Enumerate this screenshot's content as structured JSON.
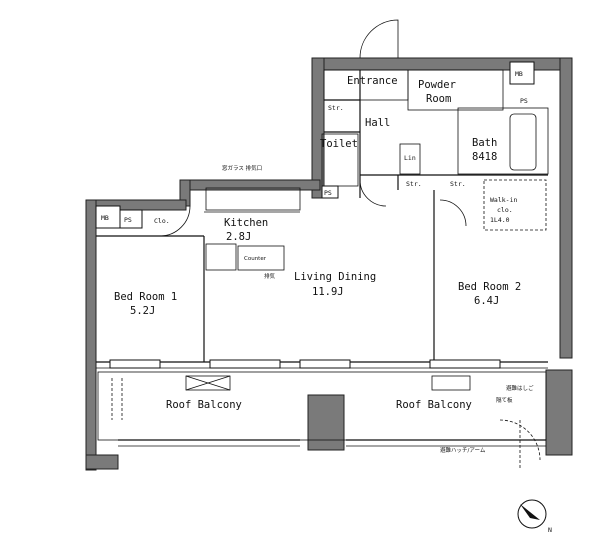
{
  "rooms": {
    "entrance": "Entrance",
    "powder_room_1": "Powder",
    "powder_room_2": "Room",
    "hall": "Hall",
    "toilet": "Toilet",
    "bath_1": "Bath",
    "bath_2": "8418",
    "kitchen_1": "Kitchen",
    "kitchen_2": "2.8J",
    "living_1": "Living Dining",
    "living_2": "11.9J",
    "bed1_1": "Bed Room 1",
    "bed1_2": "5.2J",
    "bed2_1": "Bed Room 2",
    "bed2_2": "6.4J",
    "balcony_left": "Roof Balcony",
    "balcony_right": "Roof Balcony",
    "walkin_1": "Walk-in",
    "walkin_2": "clo.",
    "walkin_3": "1L4.0",
    "clo": "Clo.",
    "lin": "Lin"
  },
  "fixtures": {
    "mb_left": "MB",
    "mb_right": "MB",
    "ps_left": "PS",
    "ps_top_right": "PS",
    "ps_toilet": "PS",
    "str_hall": "Str.",
    "str_corridor_1": "Str.",
    "str_corridor_2": "Str.",
    "counter": "Counter",
    "cooking_note": "排気",
    "kitchen_top_note": "窓ガラス 排気口"
  },
  "annotations": {
    "evac_1": "避難はしご",
    "evac_2": "隔て板",
    "balcony_rail": "避難ハッチ/アーム"
  },
  "compass": {
    "label": "N"
  }
}
